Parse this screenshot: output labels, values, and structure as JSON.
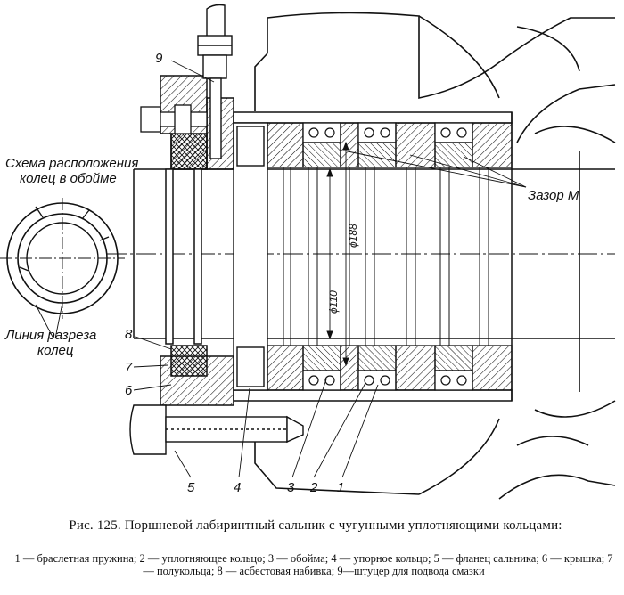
{
  "figure": {
    "callouts": {
      "n1": "1",
      "n2": "2",
      "n3": "3",
      "n4": "4",
      "n5": "5",
      "n6": "6",
      "n7": "7",
      "n8": "8",
      "n9": "9"
    },
    "inset_title": "Схема расположения колец в обойме",
    "inset_title_line1": "Схема расположения",
    "inset_title_line2": "колец в обойме",
    "cut_line_label_line1": "Линия разреза",
    "cut_line_label_line2": "колец",
    "gap_label": "Зазор M",
    "dim_outer": "ϕ188",
    "dim_inner": "ϕ110"
  },
  "caption": {
    "title": "Рис. 125. Поршневой лабиринтный сальник с чугунными уплотняющими кольцами:",
    "legend": "1 — браслетная пружина; 2 — уплотняющее кольцо; 3 — обойма; 4 — упорное кольцо; 5 — фланец сальника; 6 — крышка; 7 — полукольца; 8 — асбестовая набивка; 9—штуцер для подвода смазки"
  }
}
